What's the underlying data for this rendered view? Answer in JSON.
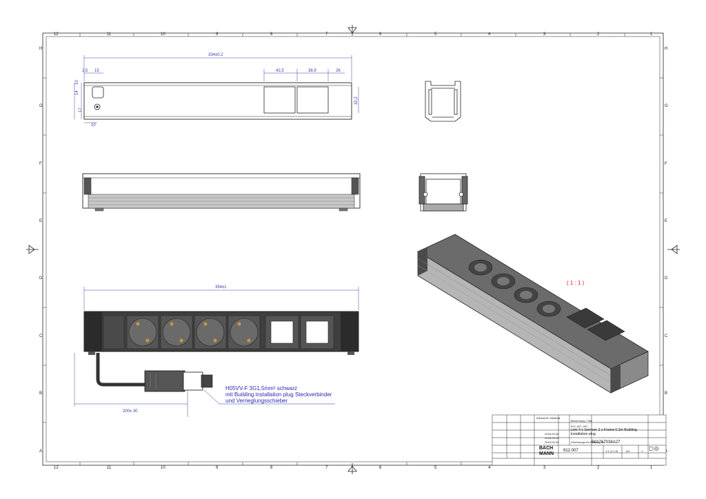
{
  "grid": {
    "columns": [
      "12",
      "11",
      "10",
      "9",
      "8",
      "7",
      "6",
      "5",
      "4",
      "3",
      "2",
      "1"
    ],
    "rows": [
      "H",
      "G",
      "F",
      "E",
      "D",
      "C",
      "B",
      "A"
    ]
  },
  "dims": {
    "top_overall": "334±0.2",
    "left_25": "2,5",
    "left_15": "15",
    "left_10": "10",
    "left_14": "14",
    "left_17": "17",
    "bottom_10": "10",
    "right_425": "42,5",
    "right_389": "38,9",
    "right_26": "26",
    "height_322": "32,2",
    "front_overall": "354±1",
    "cable_len": "200± 30"
  },
  "cable_note": {
    "line1": "H05VV-F 3G1,5mm² schwarz",
    "line2": "mit Building installation plug Steckverbinder",
    "line3": "und Verrieglungsschieber"
  },
  "scale_label": "( 1 : 1 )",
  "title_block": {
    "description": "coni 4 x German 2 x Frame 0.2m Building installation plug",
    "drawing_no_label": "Zeichnungs-Nr./Drawing no.",
    "drawing_no": "B01767038A27",
    "part_no": "912.007",
    "brand_line1": "BACH",
    "brand_line2": "MANN",
    "format": "A3",
    "scale": "1:1 (1:1.5)",
    "sheet": "1",
    "material_label": "Werkstoff / Material",
    "designation_label": "Benennung / Title",
    "designation_ref": "912_007_007",
    "date1": "2018-09-26",
    "date2": "2018-09-26",
    "date3": "2018-09-26"
  },
  "colors": {
    "line": "#1a1a1a",
    "dimension": "#3a3aa8",
    "scale": "#e02020",
    "socket": "#5a5a5a",
    "frame": "#8a8a8a"
  }
}
